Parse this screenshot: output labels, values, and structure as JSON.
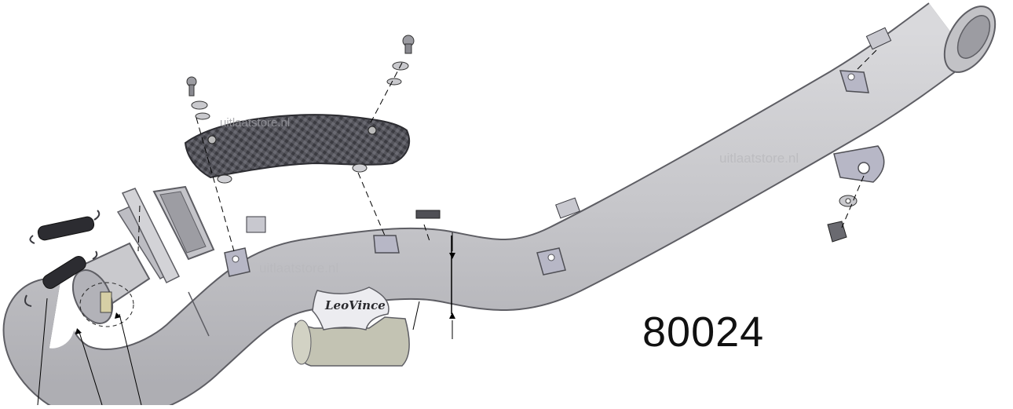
{
  "diagram": {
    "part_number": "80024",
    "watermark": "uitlaatstore.nl",
    "logo_text": "LeoVince",
    "colors": {
      "pipe": "#c8c8cb",
      "pipe_shade": "#a9a9ae",
      "outline": "#5e5e64",
      "heat_shield": "#4f4f55",
      "leader": "#000000",
      "clamp": "#b7b7c6",
      "background": "#ffffff"
    }
  }
}
